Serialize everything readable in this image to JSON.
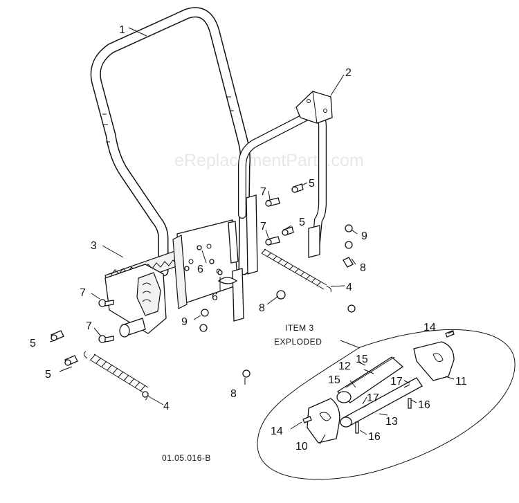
{
  "watermark": "eReplacementParts.com",
  "drawing_code": "01.05.016-B",
  "exploded_caption": [
    "ITEM 3",
    "EXPLODED"
  ],
  "callouts": {
    "c1": "1",
    "c2": "2",
    "c3": "3",
    "c4a": "4",
    "c4b": "4",
    "c5a": "5",
    "c5b": "5",
    "c5c": "5",
    "c5d": "5",
    "c6a": "6",
    "c6b": "6",
    "c7a": "7",
    "c7b": "7",
    "c7c": "7",
    "c7d": "7",
    "c8a": "8",
    "c8b": "8",
    "c8c": "8",
    "c9a": "9",
    "c9b": "9",
    "c10": "10",
    "c11": "11",
    "c12": "12",
    "c13": "13",
    "c14a": "14",
    "c14b": "14",
    "c15a": "15",
    "c15b": "15",
    "c16a": "16",
    "c16b": "16",
    "c17a": "17",
    "c17b": "17"
  }
}
